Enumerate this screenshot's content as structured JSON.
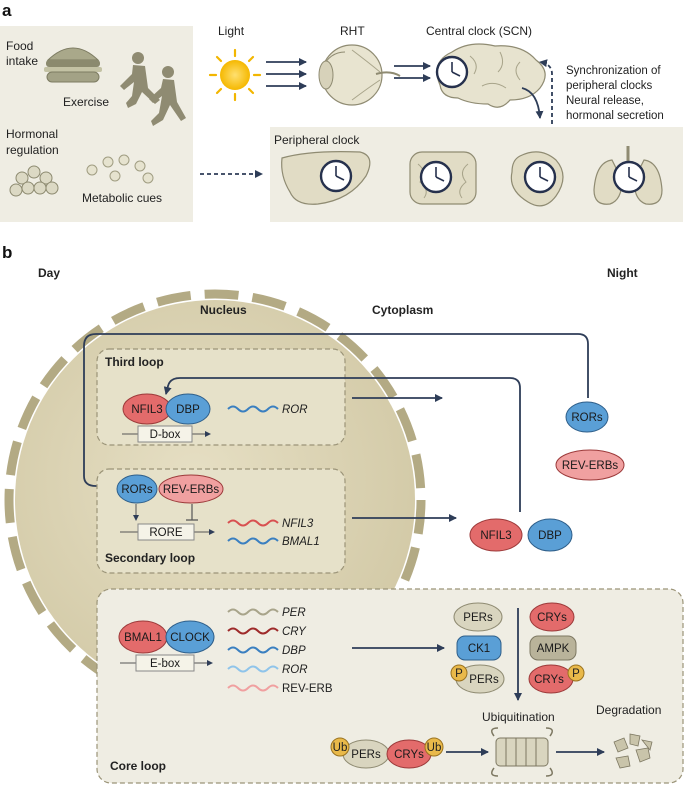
{
  "panel_a": {
    "label": "a",
    "inputs": {
      "food": [
        "Food",
        "intake"
      ],
      "exercise": "Exercise",
      "hormonal": [
        "Hormonal",
        "regulation"
      ],
      "metabolic": "Metabolic cues"
    },
    "light": "Light",
    "rht": "RHT",
    "central_clock": "Central clock (SCN)",
    "sync": [
      "Synchronization of",
      "peripheral clocks",
      "Neural release,",
      "hormonal secretion"
    ],
    "peripheral_clock": "Peripheral clock"
  },
  "panel_b": {
    "label": "b",
    "day": "Day",
    "night": "Night",
    "nucleus": "Nucleus",
    "cytoplasm": "Cytoplasm",
    "third_loop": {
      "title": "Third loop",
      "nfil3": "NFIL3",
      "dbp": "DBP",
      "dbox": "D-box",
      "ror": "ROR"
    },
    "secondary_loop": {
      "title": "Secondary loop",
      "rors": "RORs",
      "reverbs": "REV-ERBs",
      "rore": "RORE",
      "gene1": "NFIL3",
      "gene2": "BMAL1"
    },
    "core_loop": {
      "title": "Core loop",
      "bmal1": "BMAL1",
      "clock": "CLOCK",
      "ebox": "E-box",
      "genes": [
        "PER",
        "CRY",
        "DBP",
        "ROR",
        "REV-ERB"
      ],
      "pers": "PERs",
      "crys": "CRYs",
      "ck1": "CK1",
      "ampk": "AMPK",
      "p": "P",
      "ub": "Ub",
      "ubiquitination": "Ubiquitination",
      "degradation": "Degradation"
    },
    "cyto": {
      "rors": "RORs",
      "reverbs": "REV-ERBs",
      "nfil3": "NFIL3",
      "dbp": "DBP"
    }
  }
}
